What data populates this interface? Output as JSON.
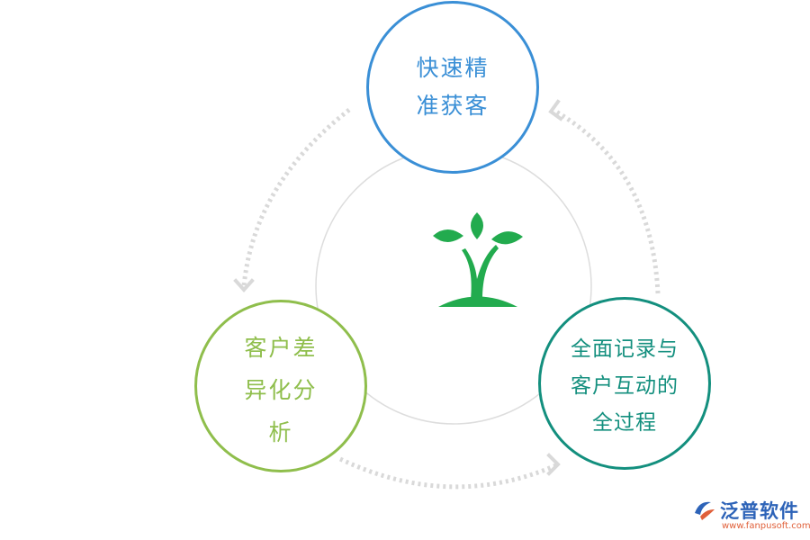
{
  "nodes": {
    "top": {
      "label": "快速精\n准获客",
      "color": "#3a8fd6"
    },
    "left": {
      "label": "客户差\n异化分\n析",
      "color": "#8fbe4c"
    },
    "right": {
      "label": "全面记录与\n客户互动的\n全过程",
      "color": "#138f7e"
    }
  },
  "center_icon": "sprout-icon",
  "colors": {
    "sprout": "#22ab4e",
    "arrows": "#d9d9d9",
    "center_ring": "#dddddd"
  },
  "brand": {
    "name": "泛普软件",
    "url": "www.fanpusoft.com",
    "name_color": "#2d63b8",
    "url_color": "#e0603a"
  }
}
